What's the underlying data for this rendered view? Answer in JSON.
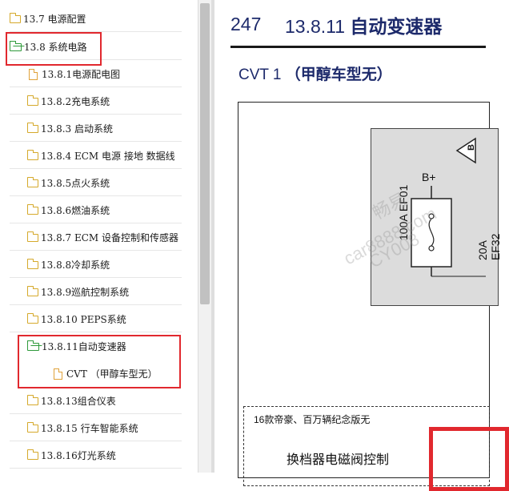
{
  "tree": {
    "items": [
      {
        "label": "13.7 电源配置",
        "icon": "folder-icon"
      },
      {
        "label": "13.8 系统电路",
        "icon": "folder-open-icon"
      },
      {
        "label": "13.8.1电源配电图",
        "icon": "file-icon"
      },
      {
        "label": "13.8.2充电系统",
        "icon": "folder-icon"
      },
      {
        "label": "13.8.3 启动系统",
        "icon": "folder-icon"
      },
      {
        "label": "13.8.4 ECM 电源 接地 数据线",
        "icon": "folder-icon"
      },
      {
        "label": "13.8.5点火系统",
        "icon": "folder-icon"
      },
      {
        "label": "13.8.6燃油系统",
        "icon": "folder-icon"
      },
      {
        "label": "13.8.7 ECM 设备控制和传感器",
        "icon": "folder-icon"
      },
      {
        "label": "13.8.8冷却系统",
        "icon": "folder-icon"
      },
      {
        "label": "13.8.9巡航控制系统",
        "icon": "folder-icon"
      },
      {
        "label": "13.8.10 PEPS系统",
        "icon": "folder-icon"
      },
      {
        "label": "13.8.11自动变速器",
        "icon": "folder-open-icon"
      },
      {
        "label": "CVT （甲醇车型无）",
        "icon": "file-icon"
      },
      {
        "label": "13.8.13组合仪表",
        "icon": "folder-icon"
      },
      {
        "label": "13.8.15 行车智能系统",
        "icon": "folder-icon"
      },
      {
        "label": "13.8.16灯光系统",
        "icon": "folder-icon"
      }
    ],
    "highlight_color": "#e1282e"
  },
  "doc": {
    "page_number": "247",
    "section_number": "13.8.11",
    "section_title": "自动变速器",
    "subtitle_prefix": "CVT 1",
    "subtitle_bold": "（甲醇车型无）",
    "diagram": {
      "b_plus": "B+",
      "fuse1": "100A  EF01",
      "fuse2": "20A  EF32",
      "triangle_label": "B",
      "note": "16款帝豪、百万辆纪念版无",
      "control_text": "换档器电磁阀控制"
    },
    "watermark_1": "畅易",
    "watermark_2": "car8888.com",
    "watermark_3": "CY008"
  }
}
